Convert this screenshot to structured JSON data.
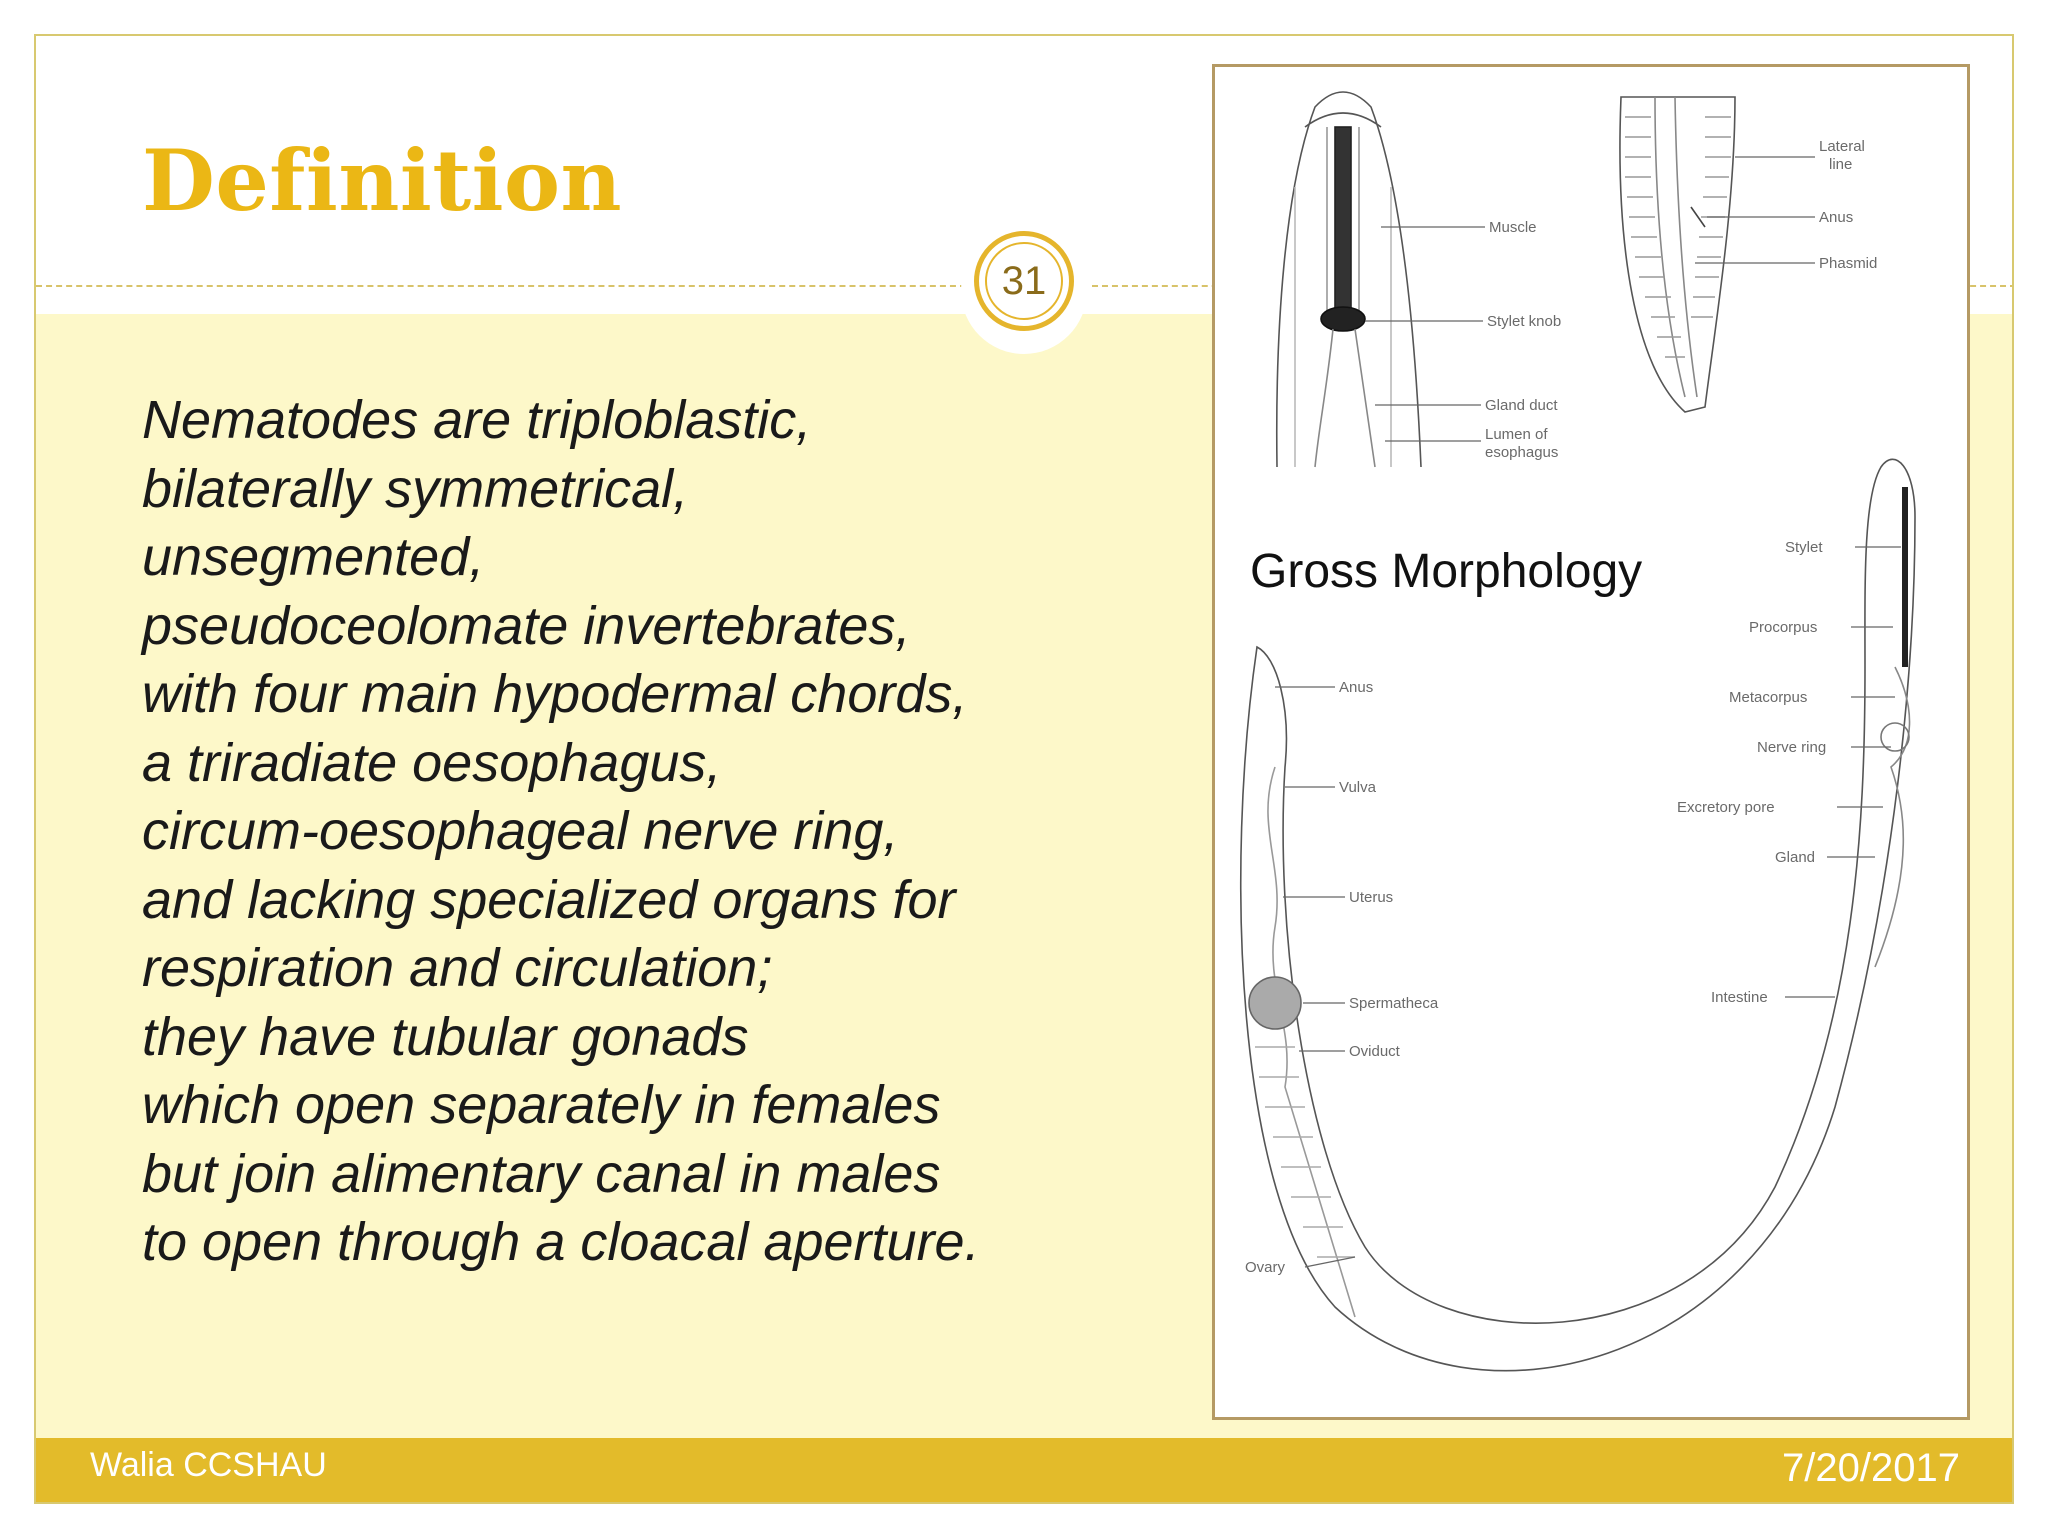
{
  "slide": {
    "title": "Definition",
    "page_number": "31",
    "definition_lines": [
      "Nematodes are triploblastic,",
      "bilaterally symmetrical,",
      "unsegmented,",
      "pseudoceolomate invertebrates,",
      "with four main hypodermal chords,",
      "a triradiate oesophagus,",
      "circum-oesophageal nerve ring,",
      "and lacking specialized organs for",
      "respiration and circulation;",
      "they have tubular gonads",
      "which open separately in females",
      "but join alimentary canal in males",
      "to open through a cloacal aperture."
    ]
  },
  "figure": {
    "caption": "Gross Morphology",
    "labels": {
      "muscle": "Muscle",
      "stylet_knob": "Stylet knob",
      "gland_duct": "Gland duct",
      "lumen_of_esophagus": [
        "Lumen of",
        "esophagus"
      ],
      "lateral_line": [
        "Lateral",
        "line"
      ],
      "anus_tail": "Anus",
      "phasmid": "Phasmid",
      "stylet": "Stylet",
      "procorpus": "Procorpus",
      "metacorpus": "Metacorpus",
      "nerve_ring": "Nerve ring",
      "excretory_pore": "Excretory pore",
      "gland": "Gland",
      "intestine": "Intestine",
      "anus_body": "Anus",
      "vulva": "Vulva",
      "uterus": "Uterus",
      "spermatheca": "Spermatheca",
      "oviduct": "Oviduct",
      "ovary": "Ovary"
    }
  },
  "footer": {
    "author": "Walia CCSHAU",
    "date": "7/20/2017"
  },
  "colors": {
    "title": "#ebb715",
    "band": "#fdf8c9",
    "footer": "#e3bb2a",
    "frame_border": "#d8c970"
  }
}
